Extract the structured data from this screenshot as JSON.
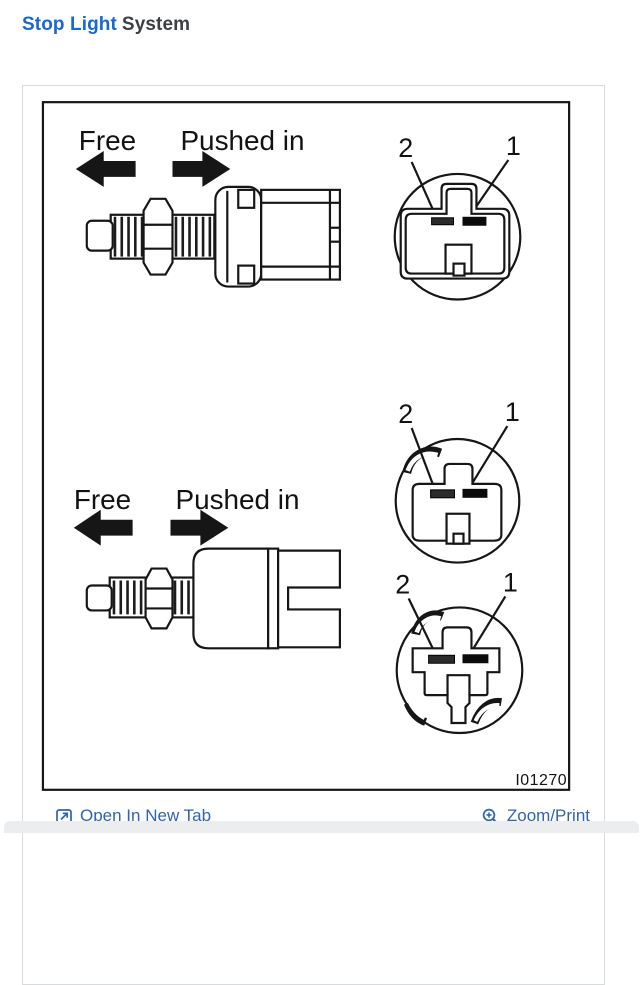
{
  "header": {
    "title_primary": "Stop Light",
    "title_secondary": "System"
  },
  "diagram": {
    "figure_id": "I01270",
    "top": {
      "free": "Free",
      "pushed_in": "Pushed in",
      "connector": {
        "pin2": "2",
        "pin1": "1"
      }
    },
    "bottom": {
      "free": "Free",
      "pushed_in": "Pushed in",
      "connector_upper": {
        "pin2": "2",
        "pin1": "1"
      },
      "connector_lower": {
        "pin2": "2",
        "pin1": "1"
      }
    }
  },
  "footer": {
    "open_in_new_tab": "Open In New Tab",
    "zoom_print": "Zoom/Print"
  },
  "icons": {
    "open_in_new_tab": "open-in-new-tab-icon",
    "zoom_print": "magnifier-plus-icon"
  },
  "colors": {
    "title_blue": "#1967d2",
    "title_dark": "#3c4043",
    "link_blue": "#2e63b5",
    "panel_border": "#d8dadc",
    "diagram_ink": "#161616",
    "scrollbar_gray": "#ebedee"
  }
}
